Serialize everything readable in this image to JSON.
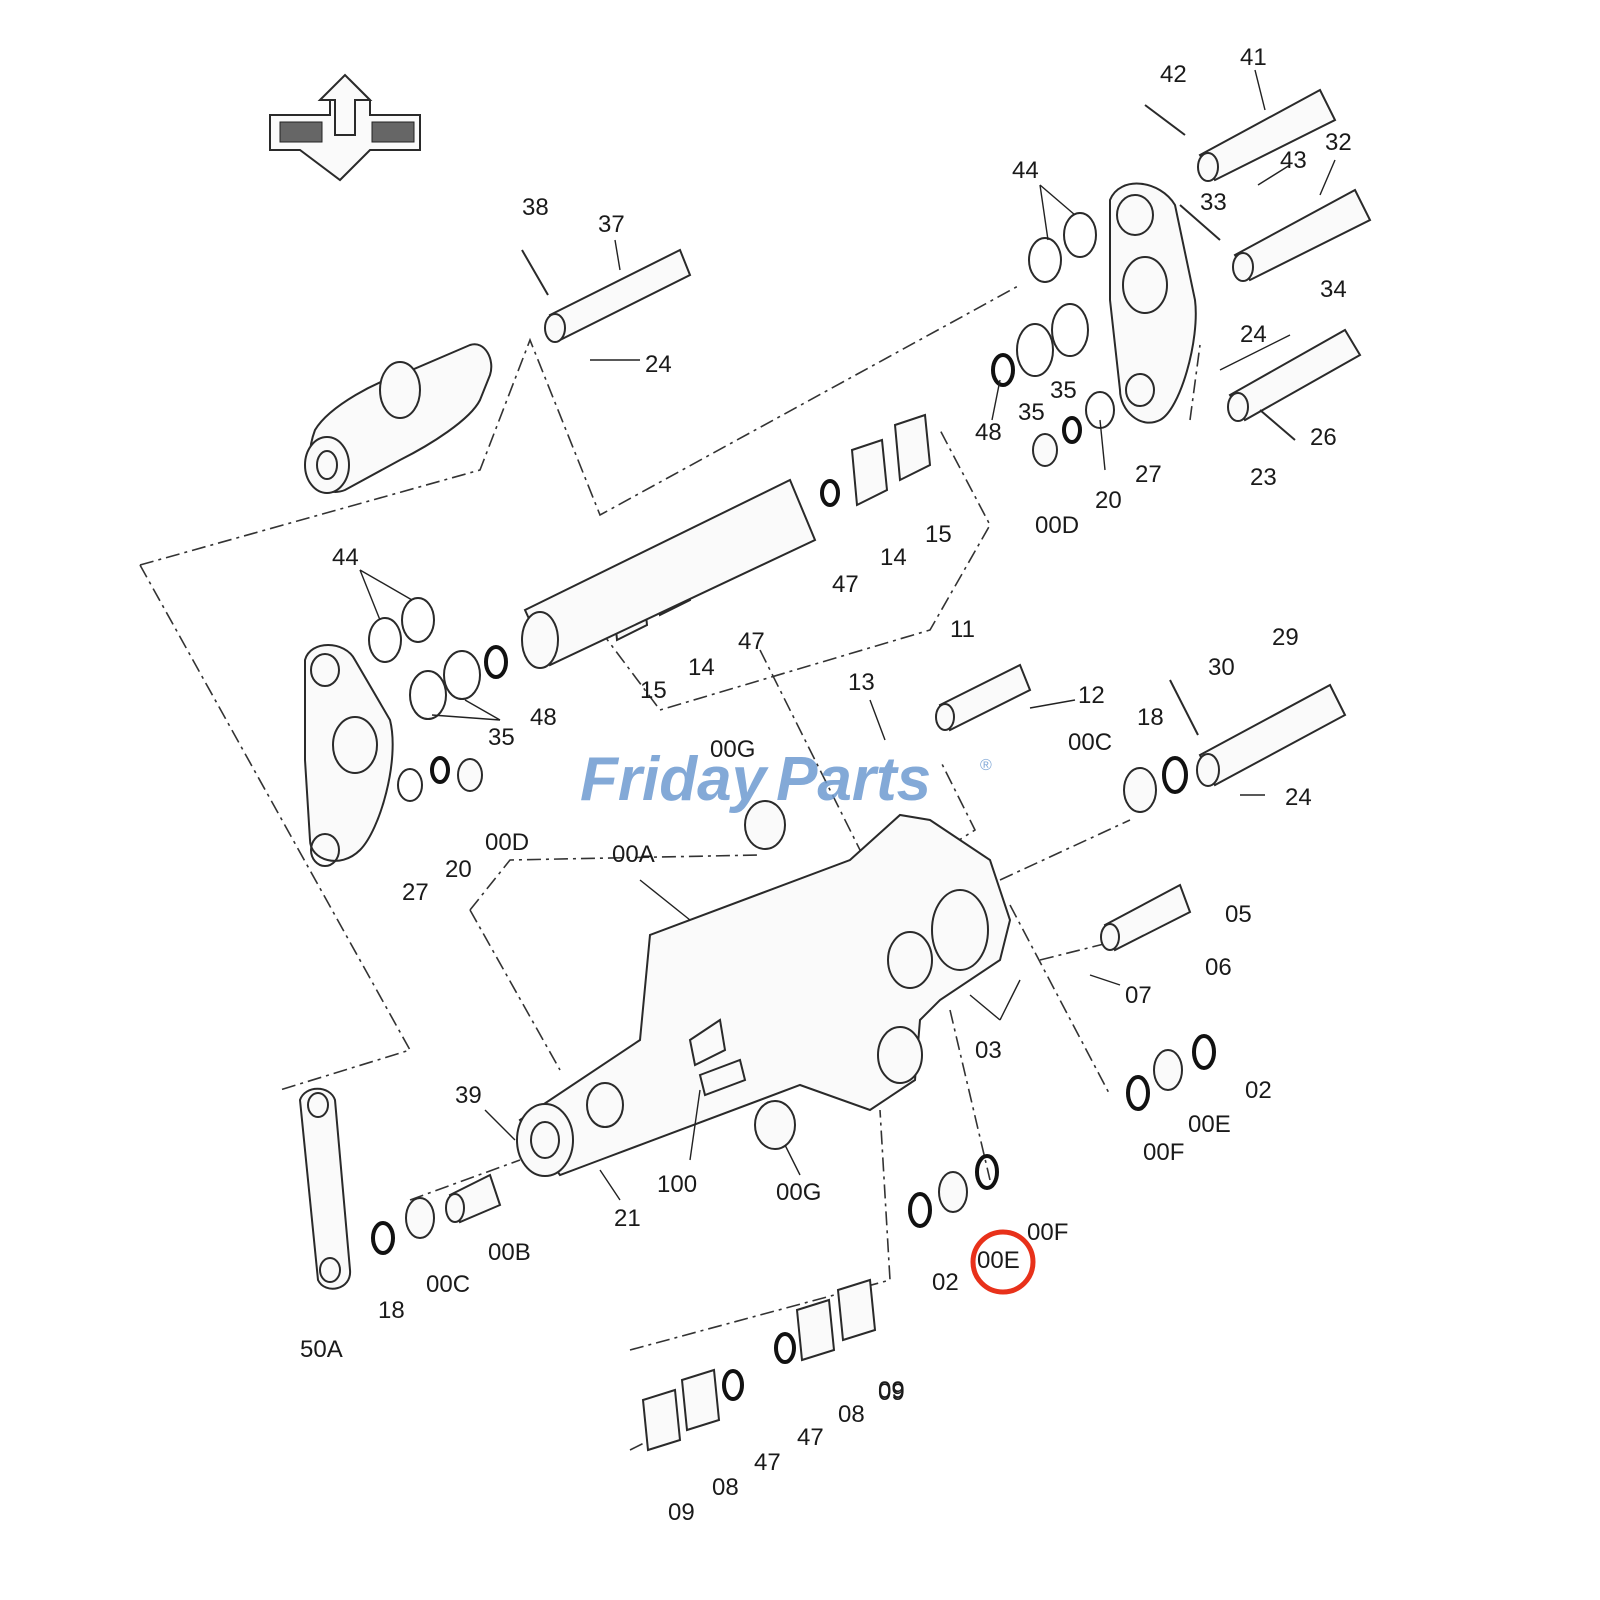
{
  "diagram": {
    "watermark": {
      "text_a": "Friday",
      "text_b": "Parts",
      "reg": "®",
      "color": "#6e9bd1",
      "accent": "#f0a030"
    },
    "highlight": {
      "label": "00E",
      "color": "#e8311a"
    },
    "labels": [
      "42",
      "41",
      "43",
      "32",
      "33",
      "34",
      "44",
      "38",
      "37",
      "24",
      "24",
      "35",
      "35",
      "48",
      "20",
      "27",
      "26",
      "23",
      "00D",
      "47",
      "14",
      "15",
      "44",
      "47",
      "14",
      "15",
      "48",
      "35",
      "11",
      "13",
      "12",
      "29",
      "30",
      "18",
      "00C",
      "24",
      "00G",
      "00D",
      "20",
      "27",
      "00A",
      "05",
      "06",
      "07",
      "03",
      "02",
      "00E",
      "00F",
      "39",
      "100",
      "00G",
      "21",
      "00B",
      "00C",
      "18",
      "50A",
      "00F",
      "00E",
      "02",
      "09",
      "08",
      "47",
      "09",
      "47",
      "08",
      "09"
    ]
  }
}
